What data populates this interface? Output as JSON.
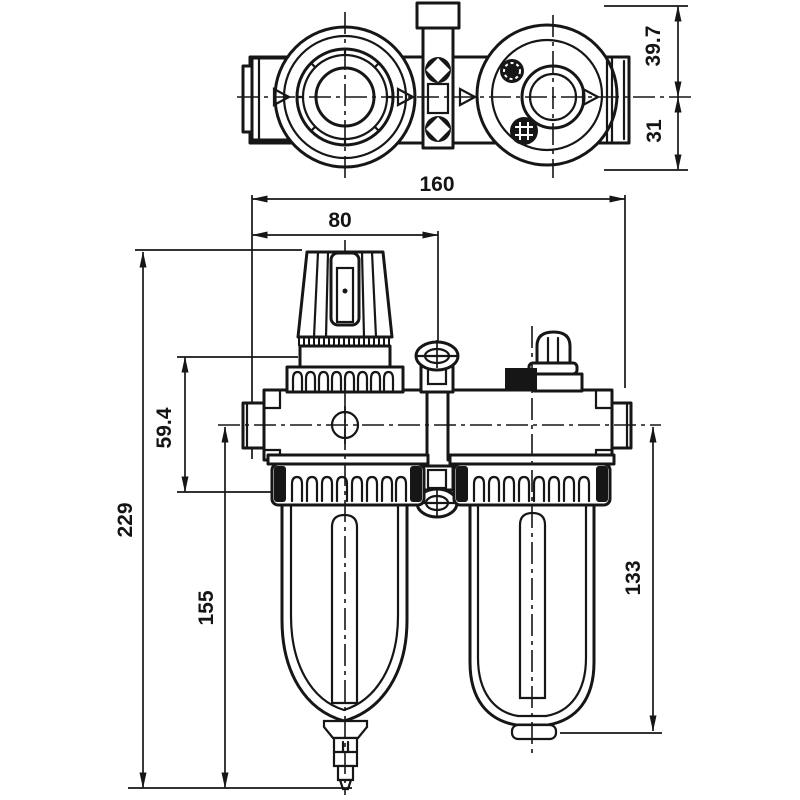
{
  "colors": {
    "ink": "#161616",
    "paper": "#ffffff"
  },
  "dimensions": {
    "overall_width": "160",
    "inlet_to_bracket": "80",
    "top_upper_depth": "39.7",
    "top_lower_depth": "31",
    "overall_height": "229",
    "bonnet_to_bowl_top": "59.4",
    "center_to_bottom": "155",
    "lubricator_bowl_depth": "133"
  }
}
